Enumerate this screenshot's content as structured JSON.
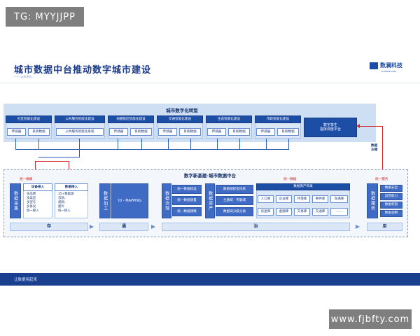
{
  "watermark_top": "TG: MYYJJPP",
  "watermark_bottom": "www.fjbfty.com",
  "slide": {
    "title": "城市数据中台推动数字城市建设",
    "subtitle": "—— 以技术为...",
    "logo_text": "数澜科技",
    "logo_sub": "DTWAVE.COM",
    "footer_text": "让数据用起来"
  },
  "transformation": {
    "title": "城市数字化转型",
    "sectors": [
      {
        "name": "社区智能化建设",
        "items": [
          "传感器",
          "系统数据"
        ]
      },
      {
        "name": "公共服务智能化建设",
        "items": [
          "公共服务智能化系统"
        ]
      },
      {
        "name": "商圈街区智能化建设",
        "items": [
          "传感器",
          "系统数据"
        ]
      },
      {
        "name": "交通智能化建设",
        "items": [
          "传感器",
          "系统数据"
        ]
      },
      {
        "name": "生态智能化建设",
        "items": [
          "传感器",
          "系统数据"
        ]
      },
      {
        "name": "市政智能化建设",
        "items": [
          "传感器",
          "系统数据"
        ]
      }
    ],
    "twin": "数字孪生\n指挥调度平台",
    "support_label": "数据\n支撑"
  },
  "platform": {
    "title": "数字新基建-城市数据中台",
    "labels": {
      "unified_collect": "统一数联",
      "unified_data": "统一数据",
      "unified_service": "统一服务"
    },
    "collection": {
      "side": "数据采集",
      "device_title": "设备接入",
      "device_items": [
        "多品牌",
        "多类型",
        "多型号",
        "多协议",
        "统一接入"
      ],
      "data_title": "数据接入",
      "data_items": [
        "35+数据源",
        "音频、",
        "视频、",
        "图片",
        "统一接入"
      ]
    },
    "processing": {
      "side": "数据加工",
      "box": "ID - MAPPING"
    },
    "governance": {
      "side": "数据治理",
      "items": [
        "统一数据标准",
        "统一数据质量",
        "统一数据建模"
      ]
    },
    "assets": {
      "side": "数据资产",
      "items": [
        "数据域标签体系",
        "主题域 - 专题域",
        "数据域分级分类"
      ],
      "catalog_title": "数据资产目录",
      "libs_row1": [
        "人口库",
        "企业库",
        "环境库",
        "事件库",
        "车辆库"
      ],
      "libs_row2": [
        "房屋库",
        "金融库",
        "交易库",
        "交通库",
        "……"
      ]
    },
    "service": {
      "side": "数据服务",
      "items": [
        "数据安全",
        "运营能力",
        "数据权限",
        "数据调用"
      ]
    },
    "bottom_steps": [
      "存",
      "通",
      "治",
      "用"
    ]
  }
}
